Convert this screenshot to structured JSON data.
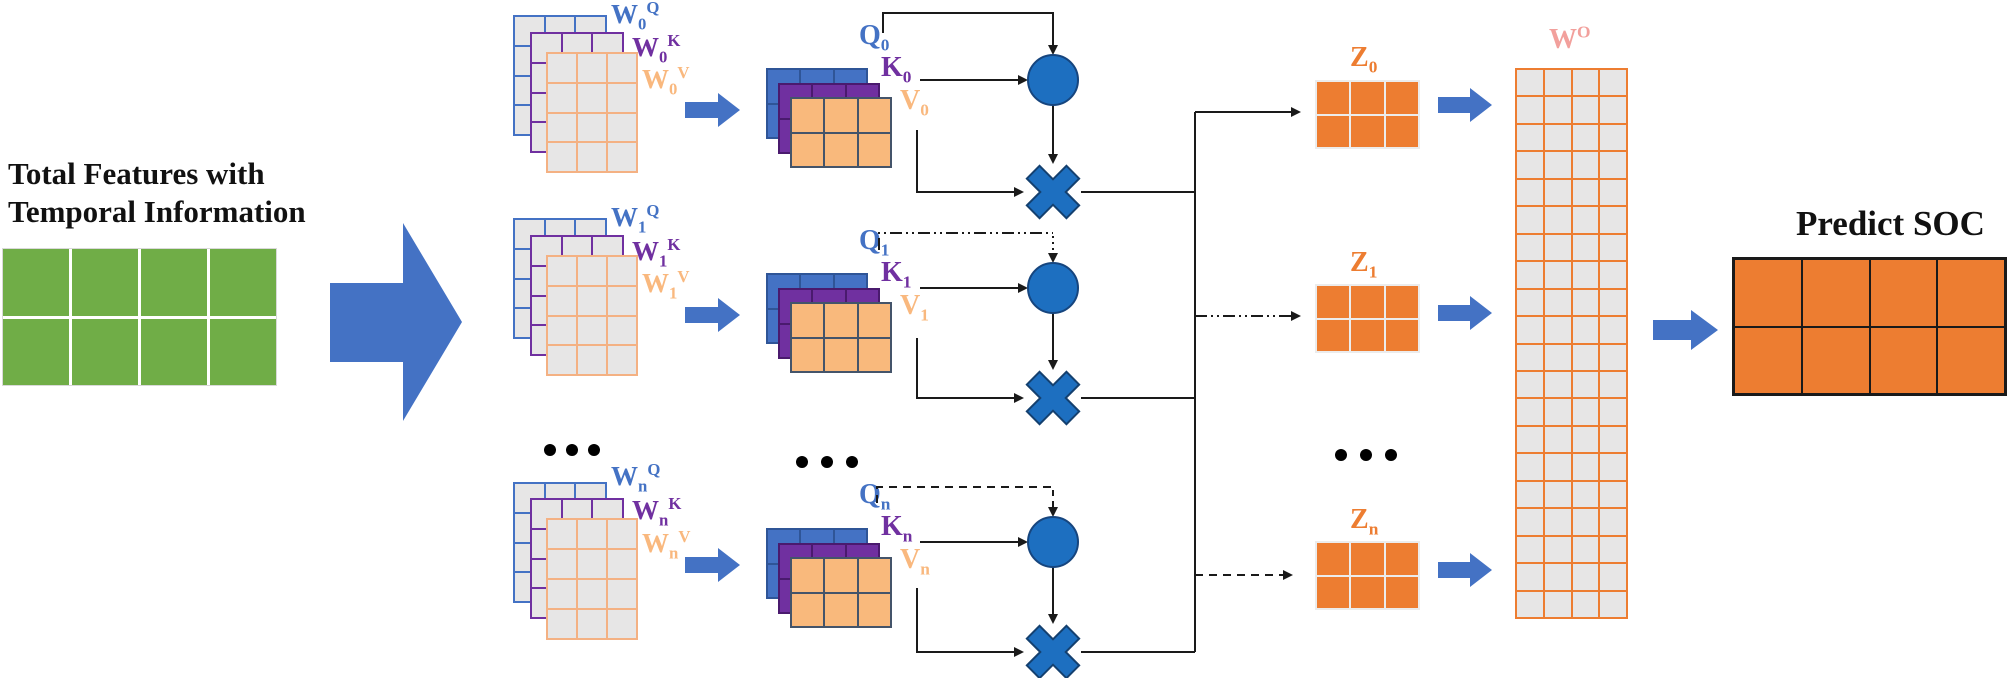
{
  "input": {
    "title_line1": "Total Features with",
    "title_line2": "Temporal Information",
    "grid": {
      "rows": 2,
      "cols": 4
    }
  },
  "heads": [
    {
      "name": "head-0",
      "weight_labels": [
        {
          "base": "W",
          "sub": "0",
          "sup": "Q"
        },
        {
          "base": "W",
          "sub": "0",
          "sup": "K"
        },
        {
          "base": "W",
          "sub": "0",
          "sup": "V"
        }
      ],
      "weight_grid": {
        "rows": 4,
        "cols": 3
      },
      "qkv_labels": [
        {
          "base": "Q",
          "sub": "0"
        },
        {
          "base": "K",
          "sub": "0"
        },
        {
          "base": "V",
          "sub": "0"
        }
      ],
      "qkv_grid": {
        "rows": 2,
        "cols": 3
      }
    },
    {
      "name": "head-1",
      "weight_labels": [
        {
          "base": "W",
          "sub": "1",
          "sup": "Q"
        },
        {
          "base": "W",
          "sub": "1",
          "sup": "K"
        },
        {
          "base": "W",
          "sub": "1",
          "sup": "V"
        }
      ],
      "weight_grid": {
        "rows": 4,
        "cols": 3
      },
      "qkv_labels": [
        {
          "base": "Q",
          "sub": "1"
        },
        {
          "base": "K",
          "sub": "1"
        },
        {
          "base": "V",
          "sub": "1"
        }
      ],
      "qkv_grid": {
        "rows": 2,
        "cols": 3
      }
    },
    {
      "name": "head-n",
      "weight_labels": [
        {
          "base": "W",
          "sub": "n",
          "sup": "Q"
        },
        {
          "base": "W",
          "sub": "n",
          "sup": "K"
        },
        {
          "base": "W",
          "sub": "n",
          "sup": "V"
        }
      ],
      "weight_grid": {
        "rows": 4,
        "cols": 3
      },
      "qkv_labels": [
        {
          "base": "Q",
          "sub": "n"
        },
        {
          "base": "K",
          "sub": "n"
        },
        {
          "base": "V",
          "sub": "n"
        }
      ],
      "qkv_grid": {
        "rows": 2,
        "cols": 3
      }
    }
  ],
  "outputs": {
    "labels": [
      {
        "base": "Z",
        "sub": "0"
      },
      {
        "base": "Z",
        "sub": "1"
      },
      {
        "base": "Z",
        "sub": "n"
      }
    ],
    "grid": {
      "rows": 2,
      "cols": 3
    }
  },
  "projection": {
    "label": {
      "base": "W",
      "sup": "O"
    },
    "grid": {
      "rows": 20,
      "cols": 4
    }
  },
  "prediction": {
    "title": "Predict SOC",
    "grid": {
      "rows": 2,
      "cols": 4
    }
  },
  "colors": {
    "input_green": "#70AD47",
    "flow_arrow_blue": "#4472C4",
    "operator_blue": "#1D6FC0",
    "q_blue": "#4472C4",
    "k_purple": "#7030A0",
    "v_orange": "#F9B97C",
    "weight_border_orange": "#F4B183",
    "z_orange": "#ED7D31",
    "wo_label_pink": "#F2A09C",
    "cell_gray": "#E7E6E6",
    "line_black": "#1a1a1a"
  }
}
